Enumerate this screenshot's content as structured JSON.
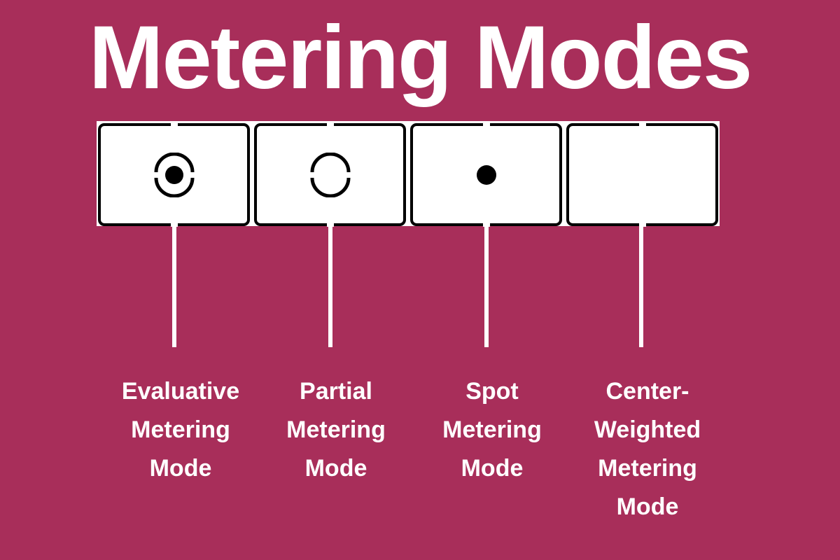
{
  "title": "Metering Modes",
  "colors": {
    "background": "#a82e5a",
    "text": "#ffffff",
    "icon_stroke": "#000000",
    "box_fill": "#ffffff"
  },
  "modes": [
    {
      "icon": "evaluative-metering-icon",
      "label_lines": [
        "Evaluative",
        "Metering",
        "Mode"
      ]
    },
    {
      "icon": "partial-metering-icon",
      "label_lines": [
        "Partial",
        "Metering",
        "Mode"
      ]
    },
    {
      "icon": "spot-metering-icon",
      "label_lines": [
        "Spot",
        "Metering",
        "Mode"
      ]
    },
    {
      "icon": "center-weighted-metering-icon",
      "label_lines": [
        "Center-",
        "Weighted",
        "Metering",
        "Mode"
      ]
    }
  ]
}
